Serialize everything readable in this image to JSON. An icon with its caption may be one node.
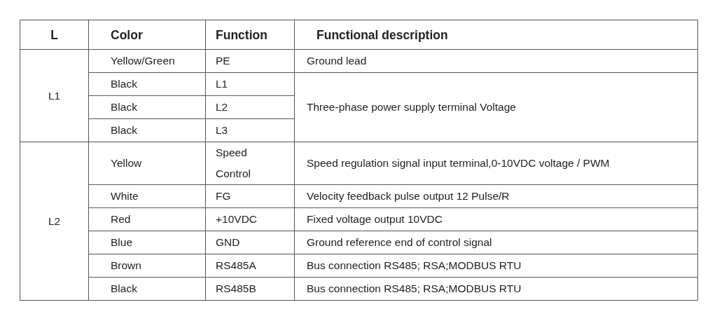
{
  "diagram": {
    "labels": [
      "L",
      "Color",
      "Function",
      "Functional description",
      "L1",
      "Yellow/Green",
      "PE",
      "Ground lead",
      "Black",
      "L1",
      "Black",
      "L2",
      "Three-phase power supply terminal Voltage",
      "Black",
      "L3",
      "L2",
      "Yellow",
      "Speed Control",
      "Speed regulation signal input terminal,0-10VDC voltage / PWM",
      "White",
      "FG",
      "Velocity feedback pulse output 12 Pulse/R",
      "Red",
      "+10VDC",
      "Fixed voltage output 10VDC",
      "Blue",
      "GND",
      "Ground reference end of control signal",
      "Brown",
      "RS485A",
      "Bus connection RS485; RSA;MODBUS RTU",
      "Black",
      "RS485B",
      "Bus connection RS485; RSA;MODBUS RTU"
    ]
  }
}
